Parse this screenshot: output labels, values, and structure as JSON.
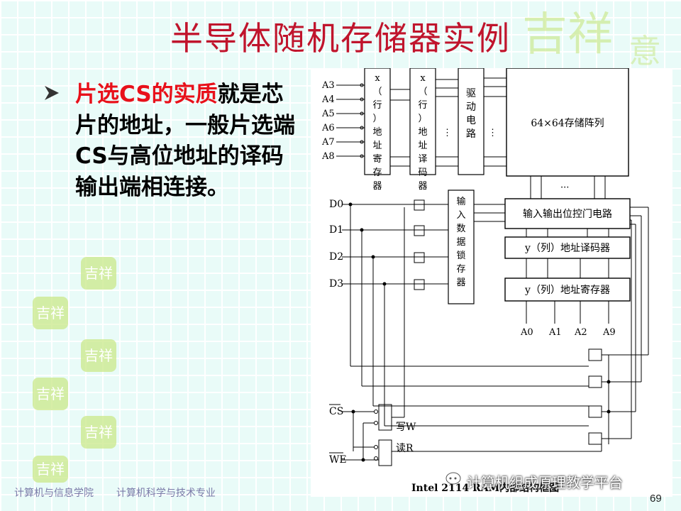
{
  "slide": {
    "title": "半导体随机存储器实例",
    "bullet": {
      "highlight": "片选CS的实质",
      "text_after": "就是芯片的地址，一般片选端CS与高位地址的译码输出端相连接。"
    },
    "page_number": "69",
    "footer": {
      "left": "计算机与信息学院",
      "right": "计算机科学与技术专业"
    },
    "watermark": "计算机组成原理教学平台"
  },
  "diagram": {
    "addr_inputs": [
      "A3",
      "A4",
      "A5",
      "A6",
      "A7",
      "A8"
    ],
    "x_register": "x（行）地址寄存器",
    "x_decoder": "x（行）地址译码器",
    "driver": "驱动电路",
    "array": "64×64存储阵列",
    "dots": "···",
    "data_lines": [
      "D0",
      "D1",
      "D2",
      "D3"
    ],
    "input_latch": "输入数据锁存器",
    "io_control": "输入输出位控门电路",
    "y_decoder": "y（列）地址译码器",
    "y_register": "y（列）地址寄存器",
    "col_addr": [
      "A0",
      "A1",
      "A2",
      "A9"
    ],
    "cs_label": "CS",
    "we_label": "WE",
    "write_label": "写W",
    "read_label": "读R",
    "caption": "Intel 2114 RAM内部结构框图"
  },
  "colors": {
    "title": "#c0142c",
    "highlight": "#e8101a",
    "background": "#e9fbf8",
    "grid": "#ffffff"
  }
}
